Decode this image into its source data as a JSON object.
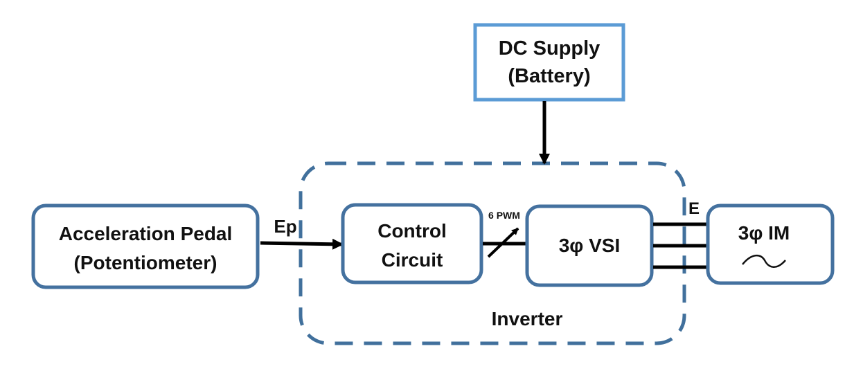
{
  "dc_supply": {
    "line1": "DC Supply",
    "line2": "(Battery)"
  },
  "pedal": {
    "line1": "Acceleration Pedal",
    "line2": "(Potentiometer)"
  },
  "control": {
    "line1": "Control",
    "line2": "Circuit"
  },
  "vsi": {
    "label": "3φ VSI"
  },
  "motor": {
    "label": "3φ IM",
    "symbol": "~"
  },
  "signals": {
    "ep": "Ep",
    "pwm": "6 PWM",
    "e": "E"
  },
  "inverter": {
    "label": "Inverter"
  },
  "colors": {
    "box_border": "#44719f",
    "supply_border": "#5b9bd5",
    "arrow": "#000000"
  }
}
